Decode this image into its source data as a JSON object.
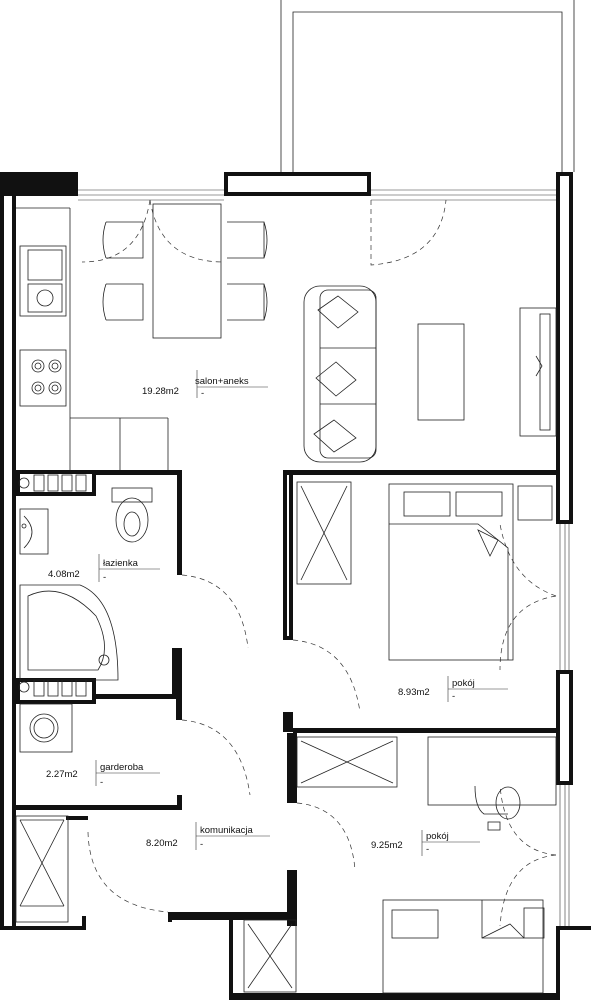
{
  "rooms": [
    {
      "id": "salon",
      "name": "salon+aneks",
      "area": "19.28m2",
      "dash": "-"
    },
    {
      "id": "lazienka",
      "name": "łazienka",
      "area": "4.08m2",
      "dash": "-"
    },
    {
      "id": "garderoba",
      "name": "garderoba",
      "area": "2.27m2",
      "dash": "-"
    },
    {
      "id": "komunikacja",
      "name": "komunikacja",
      "area": "8.20m2",
      "dash": "-"
    },
    {
      "id": "pokoj1",
      "name": "pokój",
      "area": "8.93m2",
      "dash": "-"
    },
    {
      "id": "pokoj2",
      "name": "pokój",
      "area": "9.25m2",
      "dash": "-"
    }
  ],
  "colors": {
    "wall": "#111111",
    "line": "#222222",
    "background": "#ffffff"
  }
}
